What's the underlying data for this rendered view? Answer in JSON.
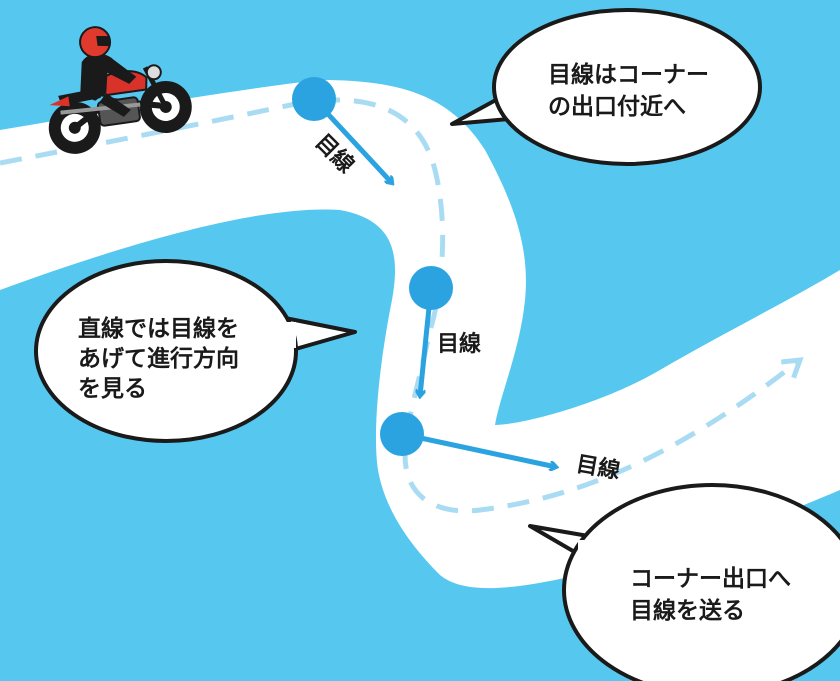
{
  "colors": {
    "sky": "#56c8f0",
    "road": "#ffffff",
    "path_dash": "#a9dcf3",
    "gaze_point": "#2aa3e0",
    "gaze_arrow": "#2aa3e0",
    "bubble_fill": "#ffffff",
    "bubble_stroke": "#1a1a1a",
    "text": "#1a1a1a",
    "helmet": "#e03a2e",
    "bike_tank": "#d8322a"
  },
  "icons": {
    "rider": "motorcycle-rider-icon"
  },
  "gaze_labels": [
    "目線",
    "目線",
    "目線"
  ],
  "bubbles": {
    "corner_exit": {
      "lines": [
        "目線はコーナー",
        "の出口付近へ"
      ]
    },
    "straight": {
      "lines": [
        "直線では目線を",
        "あげて進行方向",
        "を見る"
      ]
    },
    "send_gaze": {
      "lines": [
        "コーナー出口へ",
        "目線を送る"
      ]
    }
  }
}
